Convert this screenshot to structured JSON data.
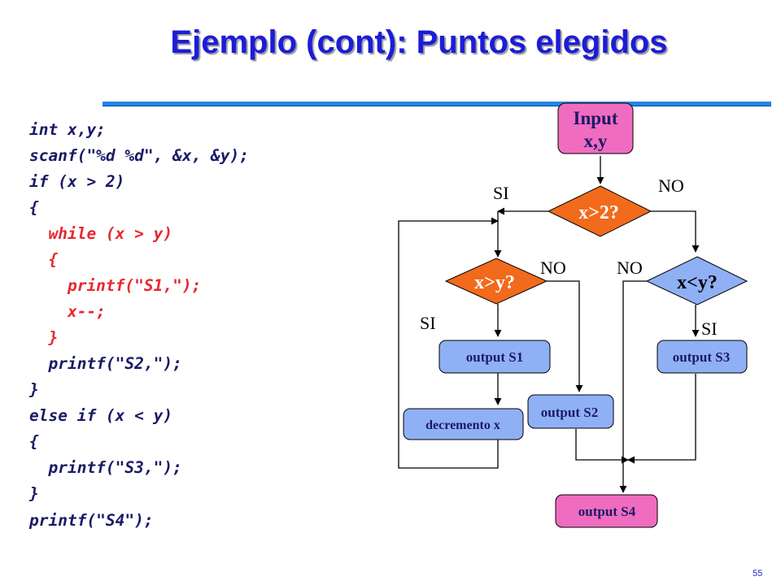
{
  "title": "Ejemplo (cont): Puntos elegidos",
  "code": [
    {
      "text": "int x,y;",
      "color": "#1a1a66"
    },
    {
      "text": "scanf(\"%d %d\", &x, &y);",
      "color": "#1a1a66"
    },
    {
      "text": "if (x > 2)",
      "color": "#1a1a66"
    },
    {
      "text": "{",
      "color": "#1a1a66"
    },
    {
      "text": "  while (x > y)",
      "color": "#e8282e"
    },
    {
      "text": "  {",
      "color": "#e8282e"
    },
    {
      "text": "    printf(\"S1,\");",
      "color": "#e8282e"
    },
    {
      "text": "    x--;",
      "color": "#e8282e"
    },
    {
      "text": "  }",
      "color": "#e8282e"
    },
    {
      "text": "  printf(\"S2,\");",
      "color": "#1a1a66"
    },
    {
      "text": "}",
      "color": "#1a1a66"
    },
    {
      "text": "else if (x < y)",
      "color": "#1a1a66"
    },
    {
      "text": "{",
      "color": "#1a1a66"
    },
    {
      "text": "  printf(\"S3,\");",
      "color": "#1a1a66"
    },
    {
      "text": "}",
      "color": "#1a1a66"
    },
    {
      "text": "printf(\"S4\");",
      "color": "#1a1a66"
    }
  ],
  "flowchart": {
    "input_line1": "Input",
    "input_line2": "x,y",
    "decision1": "x>2?",
    "decision2": "x>y?",
    "decision3": "x<y?",
    "output_s1": "output S1",
    "output_s2": "output S2",
    "output_s3": "output S3",
    "output_s4": "output S4",
    "decrement": "decremento x",
    "label_si_1": "SI",
    "label_no_1": "NO",
    "label_no_2": "NO",
    "label_si_2": "SI",
    "label_no_3": "NO",
    "label_si_3": "SI"
  },
  "colors": {
    "title": "#1c1cd8",
    "rule": "#1e86e6",
    "pink_box": "#f06cc0",
    "orange_diamond": "#f26a1b",
    "blue_box": "#8fb0f4",
    "code_dark": "#1a1a66",
    "code_red": "#e8282e"
  },
  "page_number": "55"
}
